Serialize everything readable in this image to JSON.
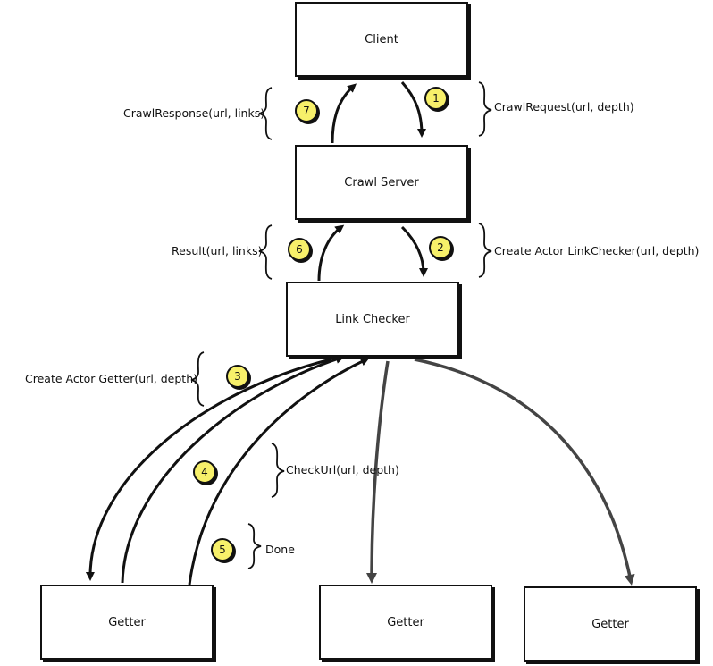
{
  "nodes": {
    "client": "Client",
    "crawl_server": "Crawl Server",
    "link_checker": "Link Checker",
    "getter_1": "Getter",
    "getter_2": "Getter",
    "getter_3": "Getter"
  },
  "messages": {
    "crawl_response": "CrawlResponse(url, links)",
    "crawl_request": "CrawlRequest(url, depth)",
    "result": "Result(url, links)",
    "create_link_checker": "Create Actor LinkChecker(url, depth)",
    "create_getter": "Create Actor Getter(url, depth)",
    "check_url": "CheckUrl(url, depth)",
    "done": "Done"
  },
  "steps": {
    "s1": "1",
    "s2": "2",
    "s3": "3",
    "s4": "4",
    "s5": "5",
    "s6": "6",
    "s7": "7"
  },
  "colors": {
    "badge": "#f7f06a",
    "arrow_dark": "#111111",
    "arrow_gray": "#444444"
  }
}
